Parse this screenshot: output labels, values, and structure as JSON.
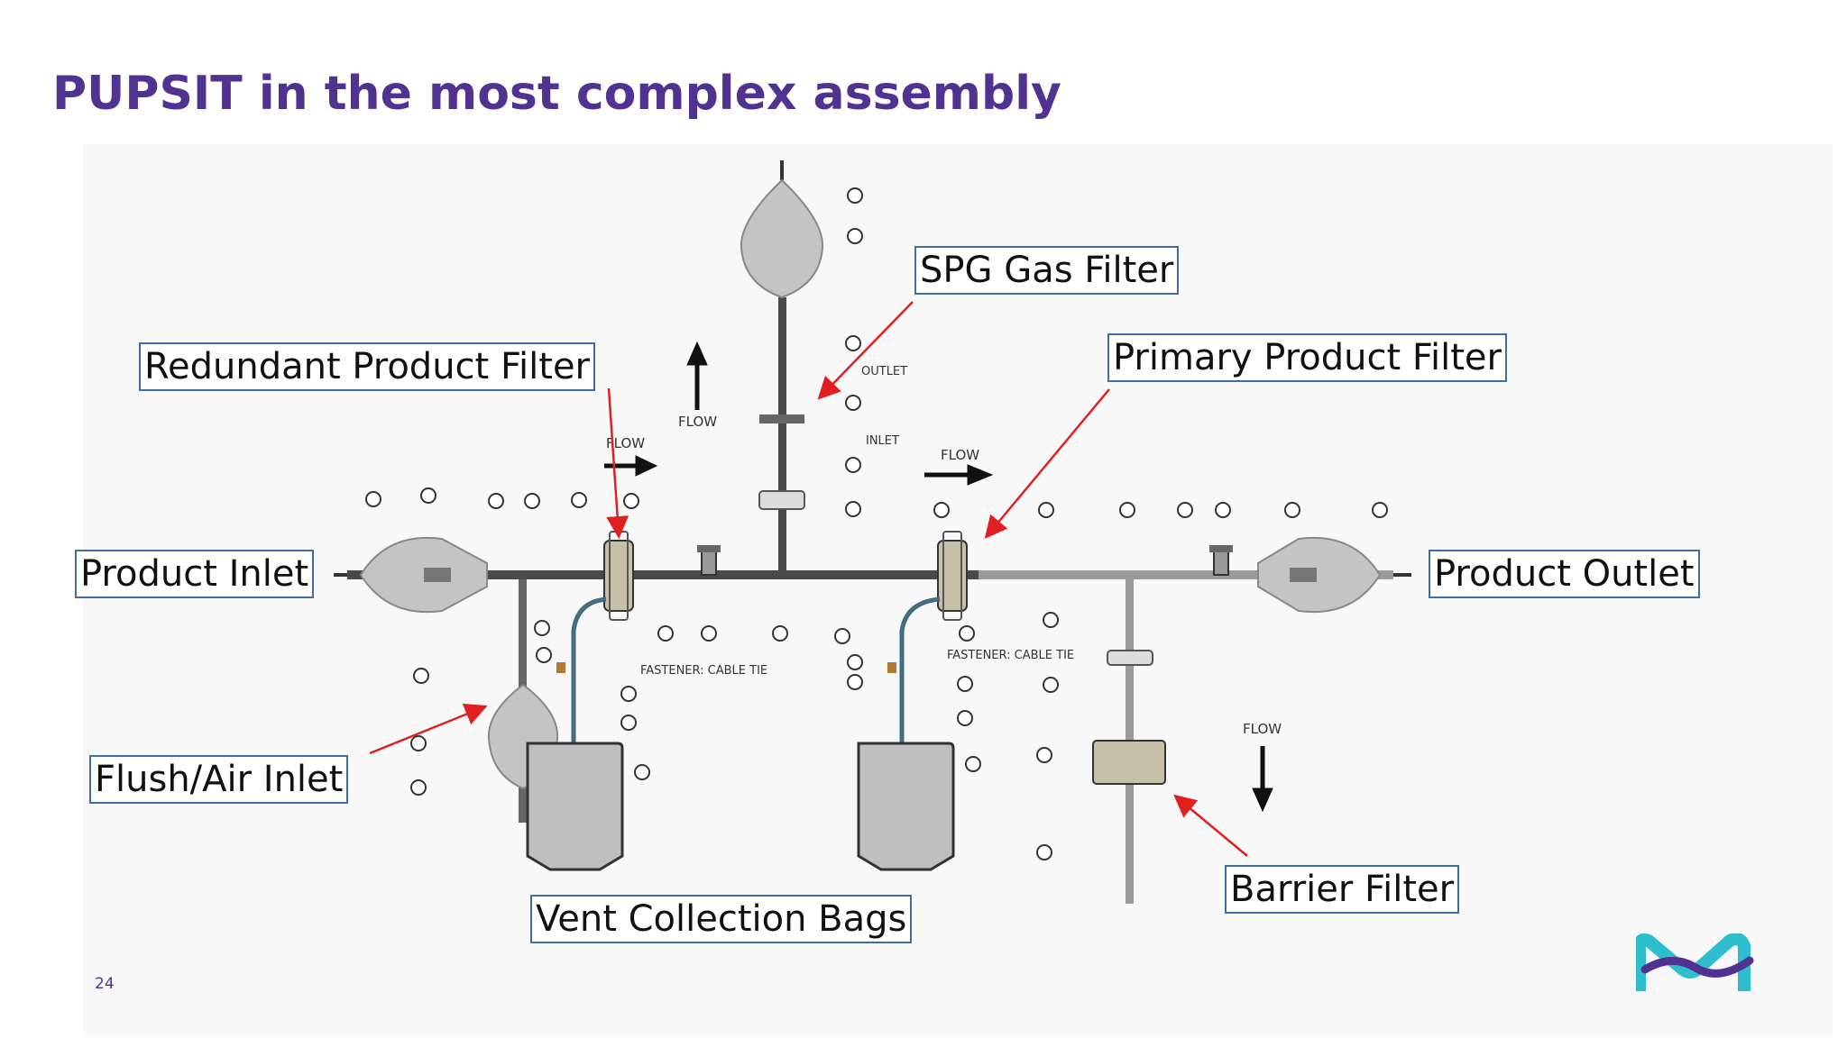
{
  "slide": {
    "title": "PUPSIT in the most complex assembly",
    "page_number": "24"
  },
  "callouts": {
    "spg_gas_filter": "SPG Gas Filter",
    "primary_product_filter": "Primary Product Filter",
    "redundant_product_filter": "Redundant Product Filter",
    "product_inlet": "Product Inlet",
    "product_outlet": "Product Outlet",
    "flush_air_inlet": "Flush/Air Inlet",
    "vent_collection_bags": "Vent Collection Bags",
    "barrier_filter": "Barrier Filter"
  },
  "drawing_labels": {
    "flow": "FLOW",
    "outlet": "OUTLET",
    "inlet": "INLET",
    "fastener": "FASTENER: CABLE TIE"
  },
  "colors": {
    "title": "#503291",
    "callout_border": "#3f6fa0",
    "pointer_arrow": "#e02020",
    "dark_tube": "#4a4a4a",
    "light_tube": "#9a9a9a",
    "logo_teal": "#2dbecd",
    "logo_purple": "#503291"
  },
  "logo": {
    "name": "company-logo"
  }
}
